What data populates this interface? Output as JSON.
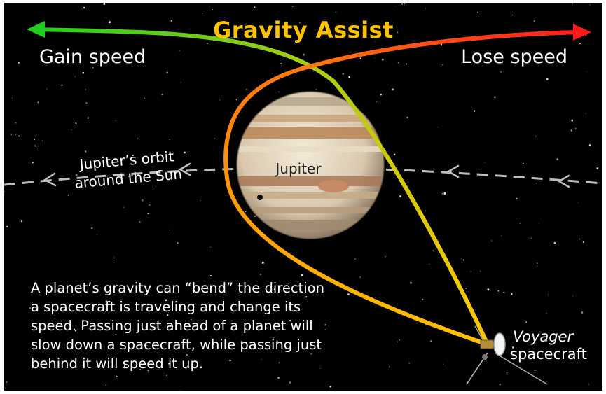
{
  "diagram": {
    "title": "Gravity Assist",
    "gain_label": "Gain speed",
    "lose_label": "Lose speed",
    "orbit_label": [
      "Jupiter’s orbit",
      "around the Sun"
    ],
    "planet_label": "Jupiter",
    "caption": "A planet’s gravity can “bend” the direction a spacecraft is traveling and change its speed. Passing just ahead of a planet will slow down a spacecraft, while passing just behind it will speed it up.",
    "spacecraft_name": "Voyager",
    "spacecraft_type": "spacecraft",
    "colors": {
      "background": "#000000",
      "title": "#ffc400",
      "gain_path": "#22cc22",
      "lose_path": "#ff2020",
      "approach_path": "#ffcc00",
      "orbit": "#bdbdbd",
      "text": "#ffffff"
    }
  }
}
